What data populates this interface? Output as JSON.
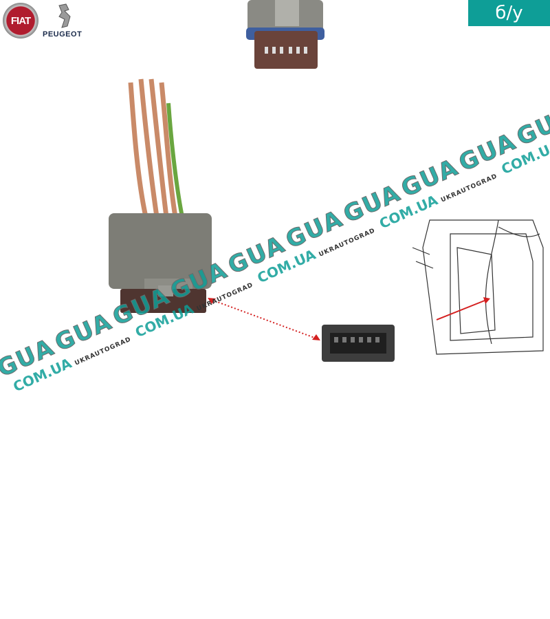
{
  "logos": {
    "fiat": "FIAT",
    "peugeot": "PEUGEOT"
  },
  "badge": {
    "label": "б/у"
  },
  "watermark": {
    "big": "GUA",
    "domain": "COM.UA",
    "brand": "UKRAUTOGRAD"
  },
  "colors": {
    "accent": "#0e9e97",
    "connector": "#5a3a32",
    "housing": "#7d7d76",
    "arrow": "#d42020"
  }
}
